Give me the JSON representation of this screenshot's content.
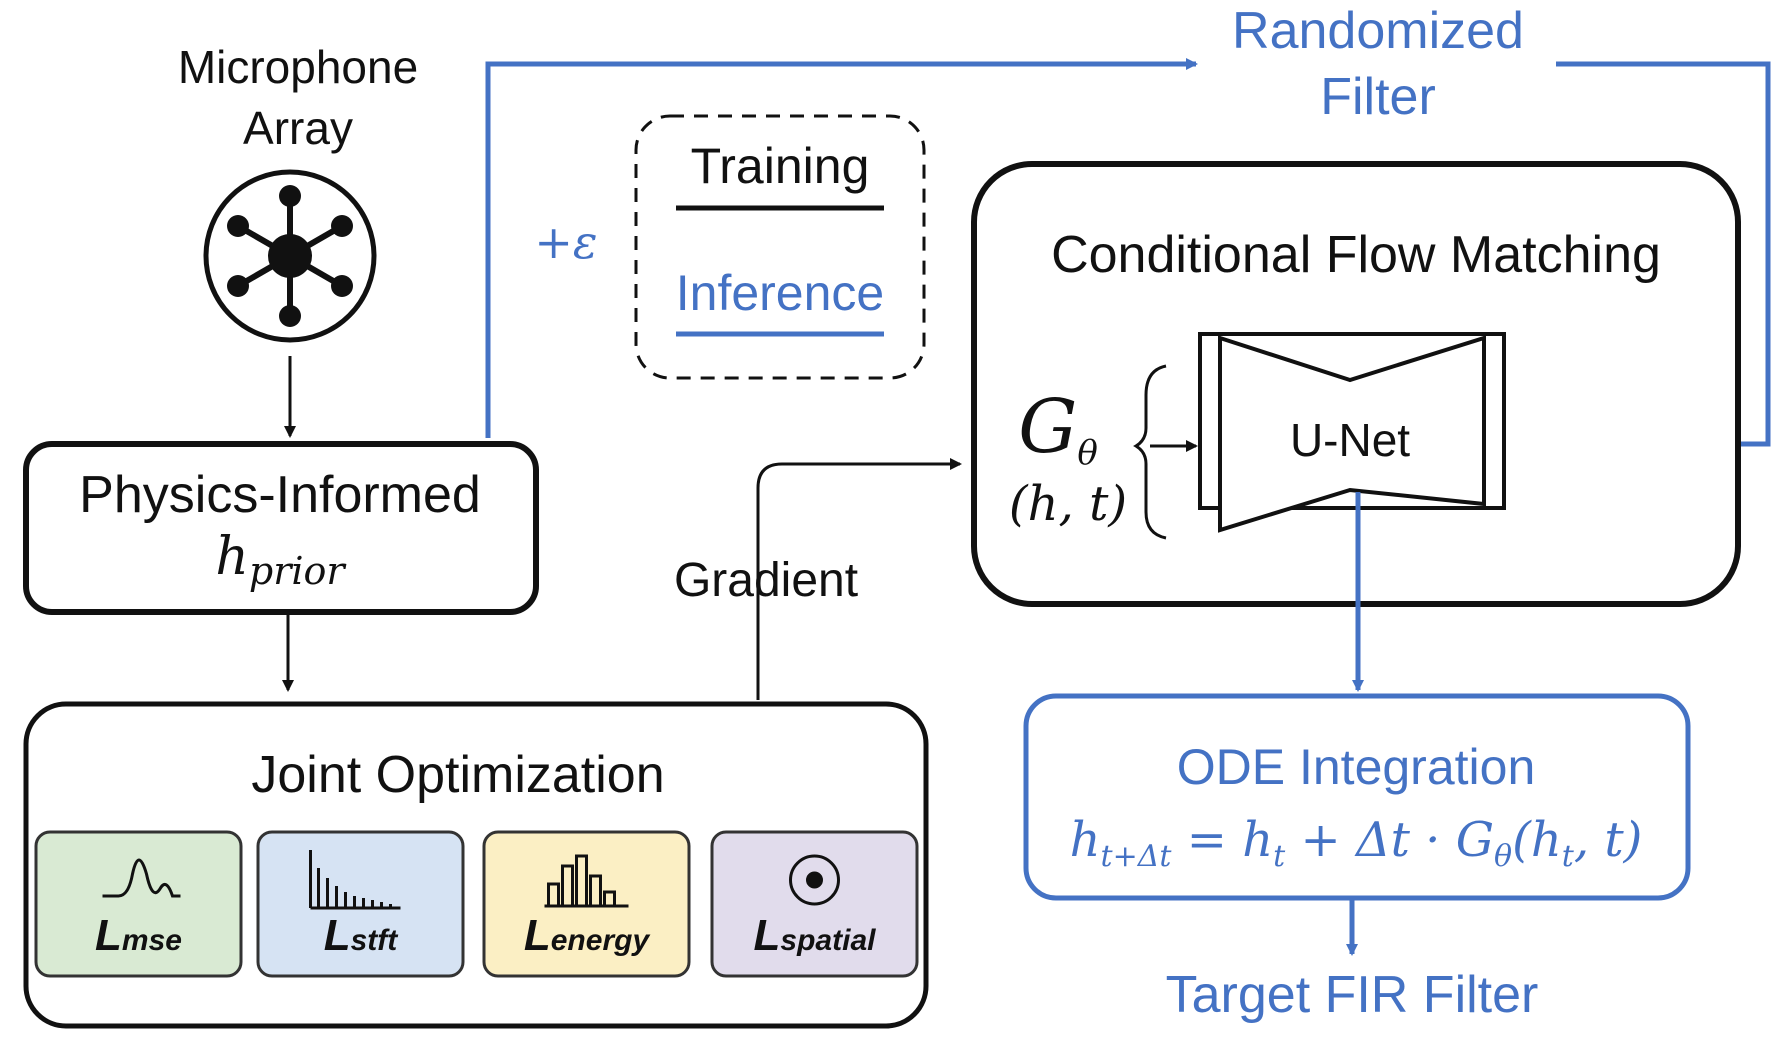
{
  "colors": {
    "black": "#111111",
    "blue": "#4472c4"
  },
  "microphone": {
    "line1": "Microphone",
    "line2": "Array",
    "icon": "microphone-array-icon"
  },
  "physics": {
    "title": "Physics-Informed",
    "h": "h",
    "sub": "prior"
  },
  "legend": {
    "training": "Training",
    "inference": "Inference"
  },
  "epsilon": "+ε",
  "randomized": {
    "line1": "Randomized",
    "line2": "Filter"
  },
  "cfm": {
    "title": "Conditional Flow Matching",
    "g": "G",
    "theta": "θ",
    "args": "(h, t)",
    "unet": "U-Net"
  },
  "gradient": "Gradient",
  "joint": {
    "title": "Joint Optimization",
    "losses": [
      {
        "letter": "L",
        "sub": "mse",
        "color": "#d9ead3",
        "icon": "waveform-icon"
      },
      {
        "letter": "L",
        "sub": "stft",
        "color": "#d6e3f3",
        "icon": "spectrum-icon"
      },
      {
        "letter": "L",
        "sub": "energy",
        "color": "#fbefc4",
        "icon": "bar-chart-icon"
      },
      {
        "letter": "L",
        "sub": "spatial",
        "color": "#e1dcec",
        "icon": "target-icon"
      }
    ]
  },
  "ode": {
    "title": "ODE Integration",
    "eq": {
      "h1": "h",
      "s1": "t+Δt",
      "eq": "=",
      "h2": "h",
      "s2": "t",
      "plus": "+",
      "dt": "Δt",
      "dot": "·",
      "g": "G",
      "theta": "θ",
      "open": "(",
      "h3": "h",
      "s3": "t",
      "comma": ",",
      "t": "t",
      "close": ")"
    }
  },
  "target": "Target FIR Filter"
}
